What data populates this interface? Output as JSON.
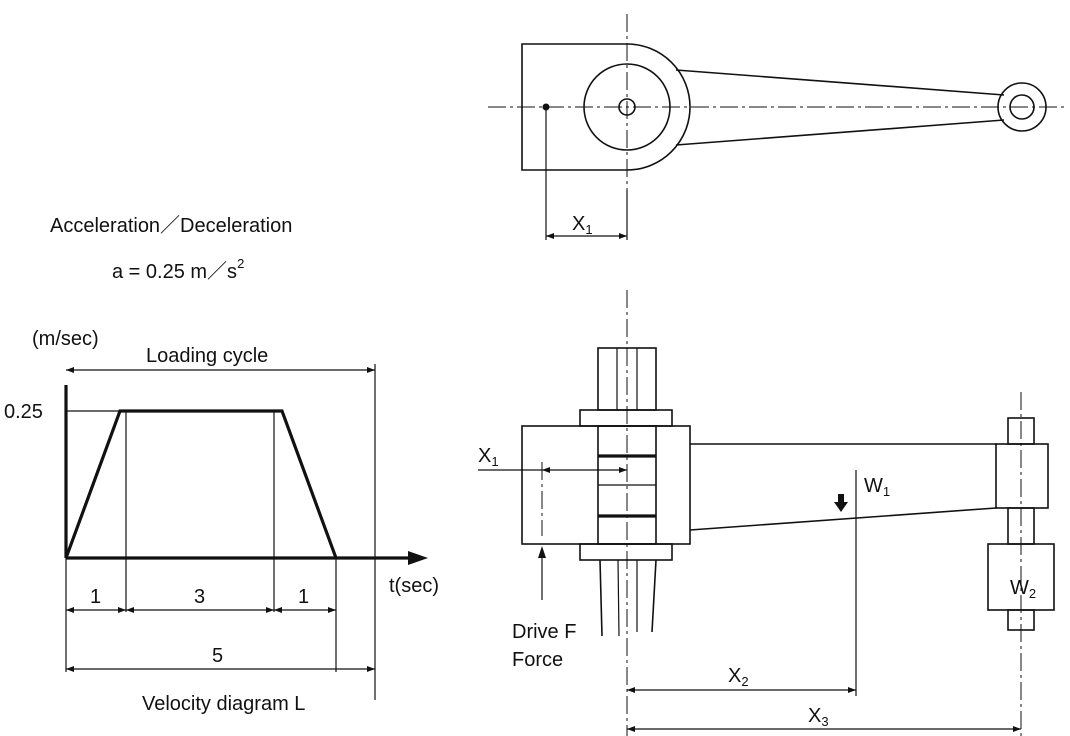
{
  "acceleration": {
    "label": "Acceleration／Deceleration",
    "formula": "a = 0.25 m／s",
    "exponent": "2"
  },
  "velocity_diagram": {
    "unit_label": "(m/sec)",
    "loading_cycle_label": "Loading cycle",
    "peak_label": "0.25",
    "time_axis_label": "t(sec)",
    "segments": [
      "1",
      "3",
      "1"
    ],
    "total_label": "5",
    "caption": "Velocity diagram L"
  },
  "top_view": {
    "x1_label": "X",
    "x1_sub": "1"
  },
  "side_view": {
    "x1_label": "X",
    "x1_sub": "1",
    "w1_label": "W",
    "w1_sub": "1",
    "w2_label": "W",
    "w2_sub": "2",
    "x2_label": "X",
    "x2_sub": "2",
    "x3_label": "X",
    "x3_sub": "3",
    "drive_line1": "Drive F",
    "drive_line2": "Force"
  },
  "chart_data": {
    "type": "line",
    "title": "",
    "xlabel": "t(sec)",
    "ylabel": "(m/sec)",
    "x": [
      0,
      1,
      4,
      5
    ],
    "y": [
      0,
      0.25,
      0.25,
      0
    ],
    "xlim": [
      0,
      5
    ],
    "ylim": [
      0,
      0.25
    ],
    "annotations": [
      "Loading cycle",
      "Velocity diagram L"
    ]
  }
}
